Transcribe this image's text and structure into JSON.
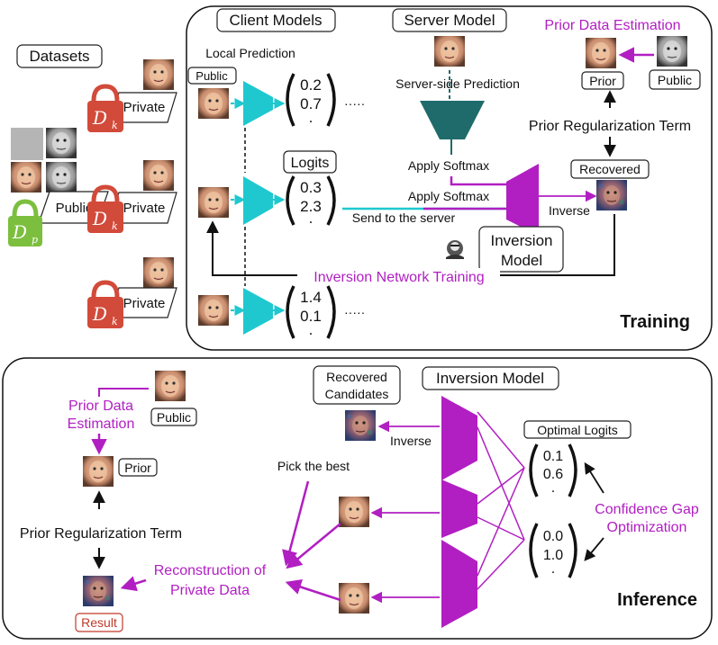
{
  "datasets": {
    "title": "Datasets",
    "private_label": "Private",
    "public_label": "Public",
    "private_key": "D",
    "private_sub": "k",
    "public_key": "D",
    "public_sub": "p"
  },
  "training": {
    "label": "Training",
    "client_models": "Client Models",
    "server_model": "Server Model",
    "local_prediction": "Local Prediction",
    "public_tag": "Public",
    "logits_tag": "Logits",
    "server_side_prediction": "Server-side Prediction",
    "apply_softmax_1": "Apply Softmax",
    "apply_softmax_2": "Apply Softmax",
    "send_to_server": "Send to the server",
    "inversion_model": [
      "Inversion",
      "Model"
    ],
    "inverse": "Inverse",
    "inversion_network_training": "Inversion Network Training",
    "prior_data_estimation": "Prior Data Estimation",
    "prior_tag": "Prior",
    "public_tag_2": "Public",
    "prior_regularization_term": "Prior Regularization Term",
    "recovered_tag": "Recovered",
    "dots": "·····",
    "logit_vectors": [
      {
        "a": "0.2",
        "b": "0.7",
        "c": "."
      },
      {
        "a": "0.3",
        "b": "2.3",
        "c": "."
      },
      {
        "a": "1.4",
        "b": "0.1",
        "c": "."
      }
    ]
  },
  "inference": {
    "label": "Inference",
    "prior_data_estimation": [
      "Prior Data",
      "Estimation"
    ],
    "public_tag": "Public",
    "prior_tag": "Prior",
    "prior_regularization_term": "Prior Regularization Term",
    "result_tag": "Result",
    "recovered_candidates": [
      "Recovered",
      "Candidates"
    ],
    "inversion_model": "Inversion Model",
    "inverse": "Inverse",
    "pick_the_best": "Pick the best",
    "reconstruction": [
      "Reconstruction of",
      "Private Data"
    ],
    "optimal_logits": "Optimal Logits",
    "confidence_gap": [
      "Confidence Gap",
      "Optimization"
    ],
    "logit_vectors": [
      {
        "a": "0.1",
        "b": "0.6",
        "c": "."
      },
      {
        "a": "0.0",
        "b": "1.0",
        "c": "."
      }
    ]
  },
  "colors": {
    "purple": "#b11fc2",
    "cyan": "#1fc8cf",
    "teal": "#1f6b6b",
    "red_lock": "#d24a3a",
    "green_lock": "#7cbf3e"
  }
}
